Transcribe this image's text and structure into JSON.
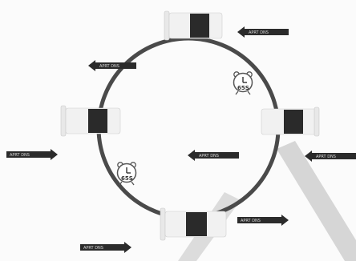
{
  "colors": {
    "background": "#fbfbfb",
    "ring": "#4a4a4a",
    "arrow_fill": "#2b2b2b",
    "vial_body": "#f1f1f1",
    "vial_band": "#2a2a2a",
    "stripe": "#d6d6d6"
  },
  "icons": {
    "clock": "alarm-clock-icon",
    "vial": "vial-icon",
    "arrow": "arrow-icon"
  },
  "arrows": {
    "top_right": {
      "label": "APRT DNS",
      "direction": "left"
    },
    "upper_left": {
      "label": "APRT DNS",
      "direction": "left"
    },
    "far_left": {
      "label": "APRT DNS",
      "direction": "right"
    },
    "center": {
      "label": "APRT DNS",
      "direction": "left"
    },
    "far_right": {
      "label": "APRT DNS",
      "direction": "left"
    },
    "lower_right": {
      "label": "APRT DNS",
      "direction": "right"
    },
    "bottom_left": {
      "label": "APRT DNS",
      "direction": "right"
    }
  },
  "clocks": {
    "right": {
      "value": "65S"
    },
    "left": {
      "value": "65S"
    }
  }
}
